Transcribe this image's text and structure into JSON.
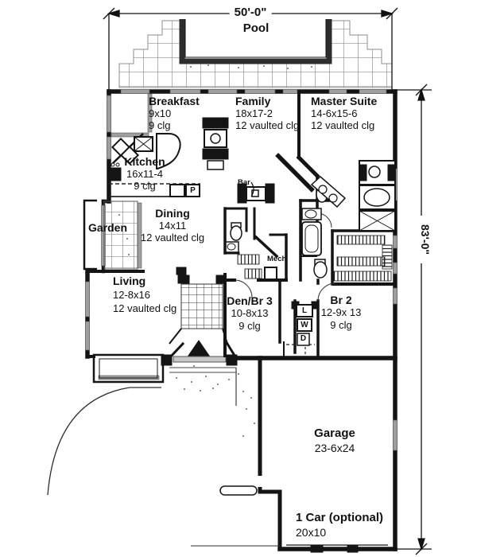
{
  "drawing": {
    "dimensions": {
      "width": "50'-0\"",
      "height": "83'-0\""
    },
    "outdoor": {
      "pool": "Pool",
      "garden": "Garden"
    },
    "rooms": {
      "breakfast": {
        "name": "Breakfast",
        "size": "9x10",
        "ceiling": "9 clg"
      },
      "family": {
        "name": "Family",
        "size": "18x17-2",
        "ceiling": "12 vaulted clg"
      },
      "master": {
        "name": "Master Suite",
        "size": "14-6x15-6",
        "ceiling": "12 vaulted clg"
      },
      "kitchen": {
        "name": "Kitchen",
        "size": "16x11-4",
        "ceiling": "9 clg"
      },
      "dining": {
        "name": "Dining",
        "size": "14x11",
        "ceiling": "12 vaulted clg"
      },
      "living": {
        "name": "Living",
        "size": "12-8x16",
        "ceiling": "12 vaulted clg"
      },
      "den": {
        "name": "Den/Br 3",
        "size": "10-8x13",
        "ceiling": "9 clg"
      },
      "br2": {
        "name": "Br 2",
        "size": "12-9x 13",
        "ceiling": "9 clg"
      },
      "garage": {
        "name": "Garage",
        "size": "23-6x24"
      },
      "one_car": {
        "name": "1 Car (optional)",
        "size": "20x10"
      }
    },
    "fixtures": {
      "mech": "Mech",
      "bar": "Bar",
      "pantry": "P",
      "linen": "L",
      "washer": "W",
      "dryer": "D"
    }
  },
  "colors": {
    "ink": "#141414",
    "window_gray": "#9f9f9f",
    "tile_gray": "#8c8c8c"
  }
}
